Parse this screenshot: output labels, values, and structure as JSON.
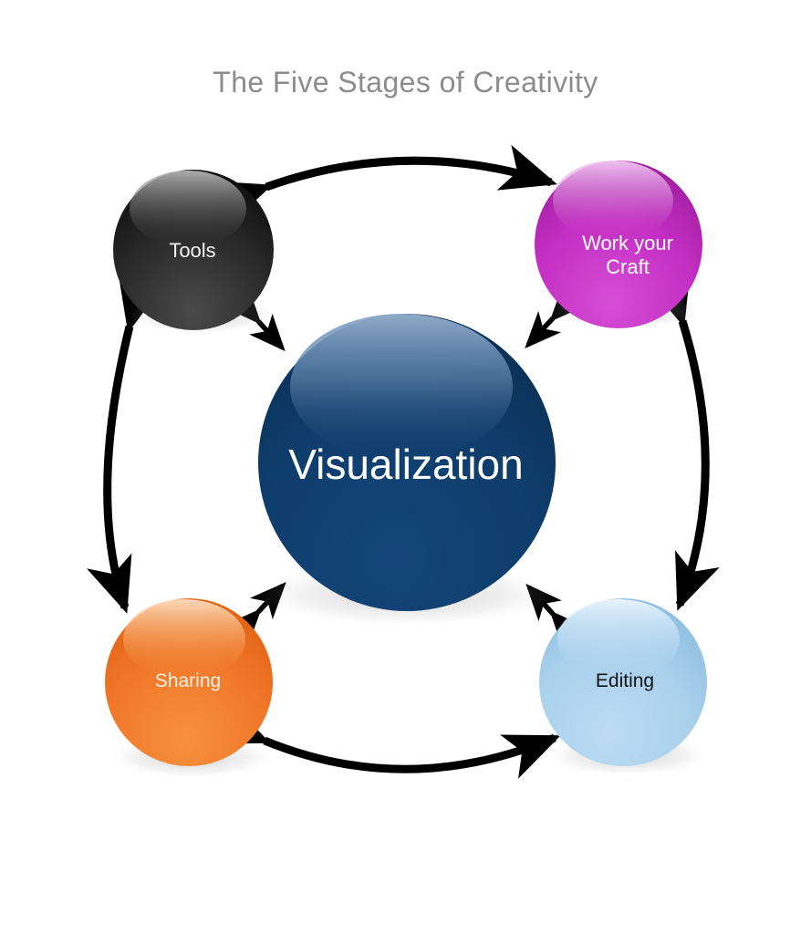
{
  "diagram": {
    "title": "The Five Stages of Creativity",
    "title_color": "#8c8c8c",
    "background_color": "#ffffff",
    "type": "cycle-diagram",
    "center_node": {
      "label": "Visualization",
      "color": "#0e3d6b",
      "highlight_color": "#7b9cc0",
      "text_color": "#ffffff",
      "icon": "sphere-icon"
    },
    "nodes": [
      {
        "id": "tools",
        "label": "Tools",
        "color": "#2e2e2e",
        "highlight_color": "#8a8a8a",
        "text_color": "#f2f2f2",
        "position": "top-left",
        "icon": "sphere-icon"
      },
      {
        "id": "work-your-craft",
        "label": "Work your\nCraft",
        "color": "#c42ec4",
        "highlight_color": "#e8a7e8",
        "text_color": "#ffffff",
        "position": "top-right",
        "icon": "sphere-icon"
      },
      {
        "id": "sharing",
        "label": "Sharing",
        "color": "#f07828",
        "highlight_color": "#fbc99a",
        "text_color": "#fdf1e6",
        "position": "bottom-left",
        "icon": "sphere-icon"
      },
      {
        "id": "editing",
        "label": "Editing",
        "color": "#a9d0ec",
        "highlight_color": "#d9ecfa",
        "text_color": "#111418",
        "position": "bottom-right",
        "icon": "sphere-icon"
      }
    ],
    "connectors": [
      {
        "id": "tools-craft",
        "from": "tools",
        "to": "work-your-craft",
        "style": "double-arrow-arc",
        "color": "#000000"
      },
      {
        "id": "tools-sharing",
        "from": "tools",
        "to": "sharing",
        "style": "double-arrow-arc",
        "color": "#000000"
      },
      {
        "id": "craft-editing",
        "from": "work-your-craft",
        "to": "editing",
        "style": "double-arrow-arc",
        "color": "#000000"
      },
      {
        "id": "sharing-editing",
        "from": "sharing",
        "to": "editing",
        "style": "double-arrow-arc",
        "color": "#000000"
      },
      {
        "id": "center-tools",
        "from": "center",
        "to": "tools",
        "style": "double-arrow-short",
        "color": "#000000"
      },
      {
        "id": "center-craft",
        "from": "center",
        "to": "work-your-craft",
        "style": "double-arrow-short",
        "color": "#000000"
      },
      {
        "id": "center-sharing",
        "from": "center",
        "to": "sharing",
        "style": "double-arrow-short",
        "color": "#000000"
      },
      {
        "id": "center-editing",
        "from": "center",
        "to": "editing",
        "style": "double-arrow-short",
        "color": "#000000"
      }
    ]
  }
}
